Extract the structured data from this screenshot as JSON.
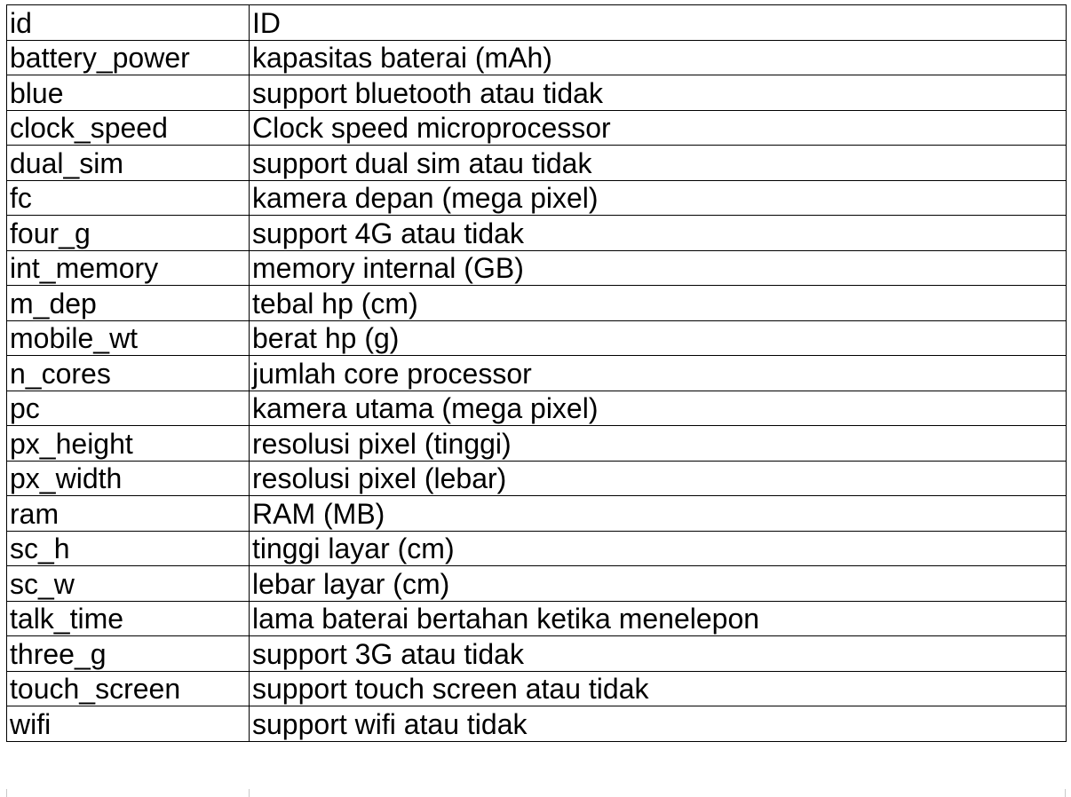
{
  "table": {
    "rows": [
      {
        "field": "id",
        "description": "ID"
      },
      {
        "field": "battery_power",
        "description": "kapasitas baterai (mAh)"
      },
      {
        "field": "blue",
        "description": "support bluetooth atau tidak"
      },
      {
        "field": "clock_speed",
        "description": "Clock speed microprocessor"
      },
      {
        "field": "dual_sim",
        "description": "support dual sim atau tidak"
      },
      {
        "field": "fc",
        "description": "kamera depan (mega pixel)"
      },
      {
        "field": "four_g",
        "description": "support 4G atau tidak"
      },
      {
        "field": "int_memory",
        "description": "memory internal (GB)"
      },
      {
        "field": "m_dep",
        "description": "tebal hp (cm)"
      },
      {
        "field": "mobile_wt",
        "description": "berat hp (g)"
      },
      {
        "field": "n_cores",
        "description": "jumlah core processor"
      },
      {
        "field": "pc",
        "description": "kamera utama (mega pixel)"
      },
      {
        "field": "px_height",
        "description": "resolusi pixel (tinggi)"
      },
      {
        "field": "px_width",
        "description": "resolusi pixel (lebar)"
      },
      {
        "field": "ram",
        "description": "RAM (MB)"
      },
      {
        "field": "sc_h",
        "description": "tinggi layar (cm)"
      },
      {
        "field": "sc_w",
        "description": "lebar layar (cm)"
      },
      {
        "field": "talk_time",
        "description": "lama baterai bertahan ketika menelepon"
      },
      {
        "field": "three_g",
        "description": "support 3G atau tidak"
      },
      {
        "field": "touch_screen",
        "description": "support touch screen atau tidak"
      },
      {
        "field": "wifi",
        "description": "support wifi atau tidak"
      }
    ]
  },
  "colors": {
    "grid": "#000000",
    "text": "#000000",
    "background": "#ffffff"
  }
}
